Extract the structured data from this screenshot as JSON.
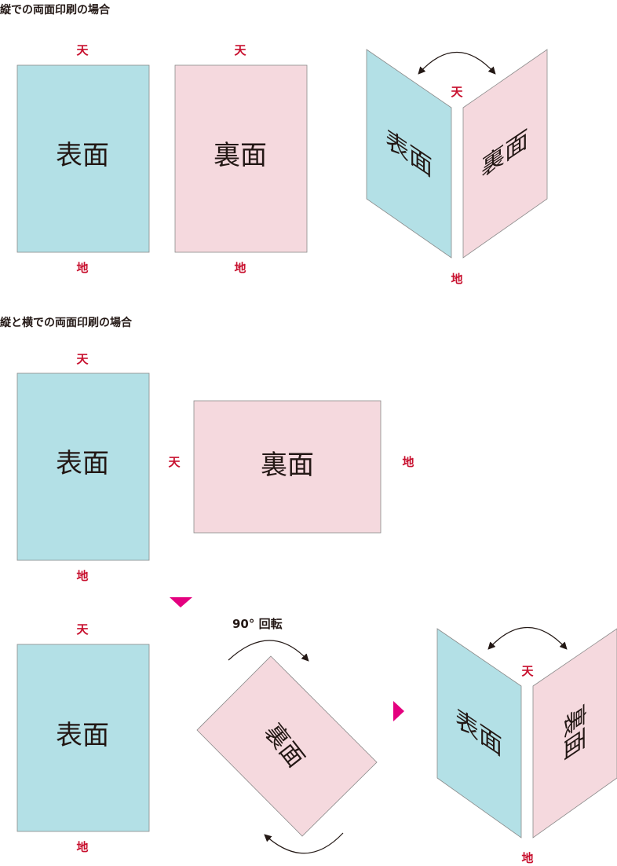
{
  "section1": {
    "heading": "縦での両面印刷の場合",
    "front": "表面",
    "back": "裏面",
    "top": "天",
    "bottom": "地"
  },
  "section2": {
    "heading": "縦と横での両面印刷の場合",
    "front": "表面",
    "back": "裏面",
    "top": "天",
    "bottom": "地",
    "rotate_label": "90° 回転"
  },
  "colors": {
    "front": "#b3e0e6",
    "back": "#f5d9de",
    "label": "#c8102e",
    "marker": "#e4007f"
  }
}
